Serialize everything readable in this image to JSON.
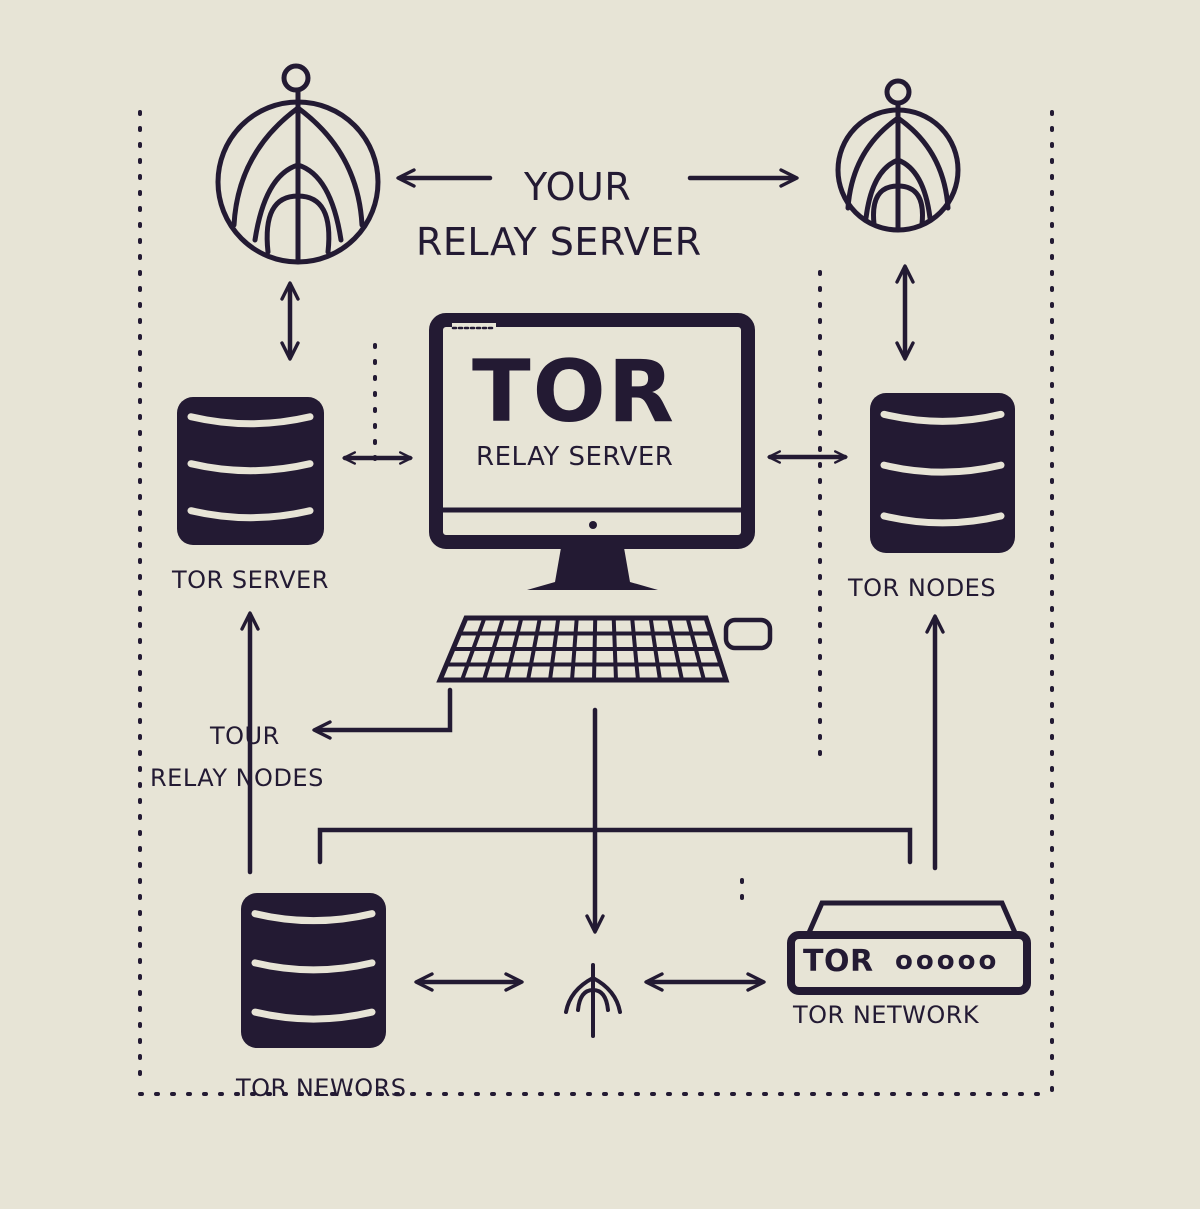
{
  "title": {
    "line1": "YOUR",
    "line2": "RELAY SERVER"
  },
  "screen": {
    "headline": "TOR",
    "subtitle": "RELAY SERVER"
  },
  "labels": {
    "left_server": "TOR SERVER",
    "right_nodes": "TOR NODES",
    "relay_nodes_line1": "TOUR",
    "relay_nodes_line2": "RELAY NODES",
    "bottom_left": "TOR NEWORS",
    "router_brand": "TOR",
    "router_dots": "ooooo",
    "router_caption": "TOR NETWORK"
  },
  "icons": {
    "top_left": "tor-onion-icon",
    "top_right": "tor-onion-icon",
    "left_db": "database-icon",
    "right_db": "database-icon",
    "bottom_db": "database-icon",
    "monitor": "monitor-icon",
    "keyboard": "keyboard-icon",
    "mouse": "mouse-icon",
    "router": "router-icon",
    "center_small": "tor-onion-icon"
  },
  "colors": {
    "ink": "#231a33",
    "background": "#e7e4d6"
  }
}
